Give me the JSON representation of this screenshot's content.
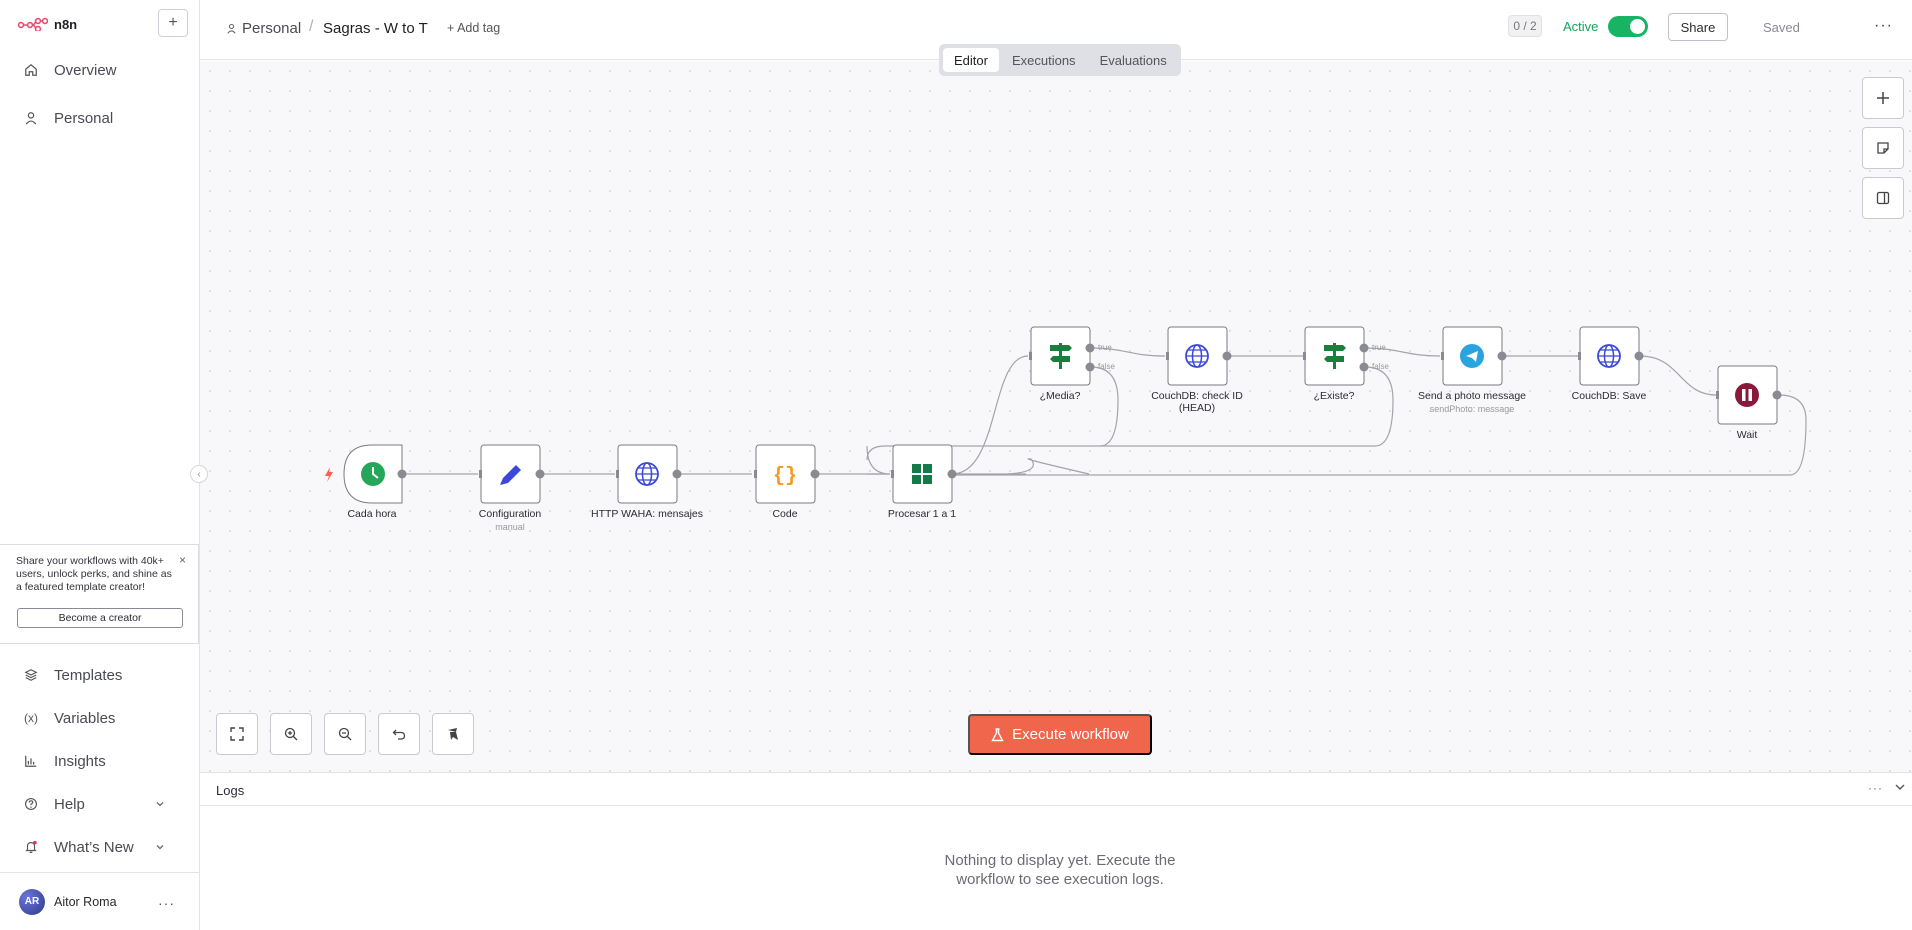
{
  "app": {
    "name": "n8n"
  },
  "sidebar": {
    "add_label": "+",
    "items": [
      {
        "label": "Overview",
        "icon": "home-icon"
      },
      {
        "label": "Personal",
        "icon": "user-icon"
      }
    ],
    "promo": {
      "text": "Share your workflows with 40k+ users, unlock perks, and shine as a featured template creator!",
      "close": "×",
      "button": "Become a creator"
    },
    "bottom_items": [
      {
        "label": "Templates",
        "icon": "templates-icon"
      },
      {
        "label": "Variables",
        "icon": "variables-icon"
      },
      {
        "label": "Insights",
        "icon": "insights-icon"
      },
      {
        "label": "Help",
        "icon": "help-icon"
      },
      {
        "label": "What’s New",
        "icon": "bell-icon"
      }
    ],
    "user": {
      "initials": "AR",
      "name": "Aitor Roma",
      "more": "···"
    }
  },
  "header": {
    "project": "Personal",
    "separator": "/",
    "workflow_title": "Sagras - W to T",
    "add_tag": "+ Add tag",
    "counter": "0 / 2",
    "active_label": "Active",
    "share": "Share",
    "saved": "Saved",
    "more": "···"
  },
  "tabs": [
    {
      "label": "Editor",
      "active": true
    },
    {
      "label": "Executions",
      "active": false
    },
    {
      "label": "Evaluations",
      "active": false
    }
  ],
  "canvas": {
    "execute_label": "Execute workflow",
    "nodes": [
      {
        "id": "cada-hora",
        "label": "Cada hora",
        "icon": "clock-icon",
        "color": "#26a65b"
      },
      {
        "id": "configuration",
        "label": "Configuration",
        "sub": "manual",
        "icon": "pencil-icon",
        "color": "#3b48d8"
      },
      {
        "id": "http-waha",
        "label": "HTTP WAHA: mensajes",
        "icon": "globe-icon",
        "color": "#3b48d8"
      },
      {
        "id": "code",
        "label": "Code",
        "icon": "code-braces-icon",
        "color": "#f49a1e"
      },
      {
        "id": "procesar",
        "label": "Procesar 1 a 1",
        "icon": "grid-icon",
        "color": "#137a4a"
      },
      {
        "id": "media",
        "label": "¿Media?",
        "icon": "signpost-icon",
        "color": "#1a7f3c"
      },
      {
        "id": "couchdb-check",
        "label": "CouchDB: check ID (HEAD)",
        "icon": "globe-icon",
        "color": "#3b48d8"
      },
      {
        "id": "existe",
        "label": "¿Existe?",
        "icon": "signpost-icon",
        "color": "#1a7f3c"
      },
      {
        "id": "send-photo",
        "label": "Send a photo message",
        "sub": "sendPhoto: message",
        "icon": "telegram-icon",
        "color": "#2aa3de"
      },
      {
        "id": "couchdb-save",
        "label": "CouchDB: Save",
        "icon": "globe-icon",
        "color": "#3b48d8"
      },
      {
        "id": "wait",
        "label": "Wait",
        "icon": "pause-icon",
        "color": "#8a1a3c"
      }
    ],
    "branches": {
      "true": "true",
      "false": "false"
    }
  },
  "logs": {
    "title": "Logs",
    "more": "···",
    "empty": "Nothing to display yet. Execute the workflow to see execution logs."
  },
  "colors": {
    "accent": "#f0664c",
    "active": "#17b563",
    "edge": "#9a9aa3",
    "handle": "#7a7a82"
  }
}
